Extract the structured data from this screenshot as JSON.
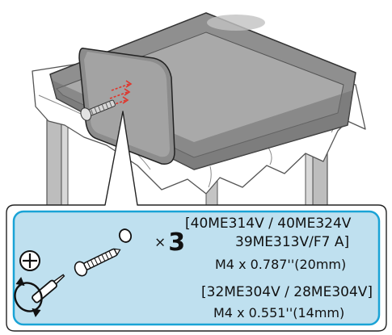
{
  "callout": {
    "screw_count": "3",
    "group1": {
      "models_line1": "[40ME314V / 40ME324V",
      "models_line2": "39ME313V/F7 A]",
      "screw_spec": "M4 x 0.787''(20mm)"
    },
    "group2": {
      "models": "[32ME304V / 28ME304V]",
      "screw_spec": "M4 x 0.551''(14mm)"
    }
  },
  "colors": {
    "callout_fill": "#bfe0ef",
    "callout_border": "#1aa3d6",
    "arrow_red": "#e0352b",
    "tv_gray": "#9a9a9a",
    "table_leg_gray": "#b8b8b8"
  },
  "icons": [
    "screwdriver-icon",
    "rotation-arrows-icon",
    "screw-icon",
    "washer-icon"
  ]
}
